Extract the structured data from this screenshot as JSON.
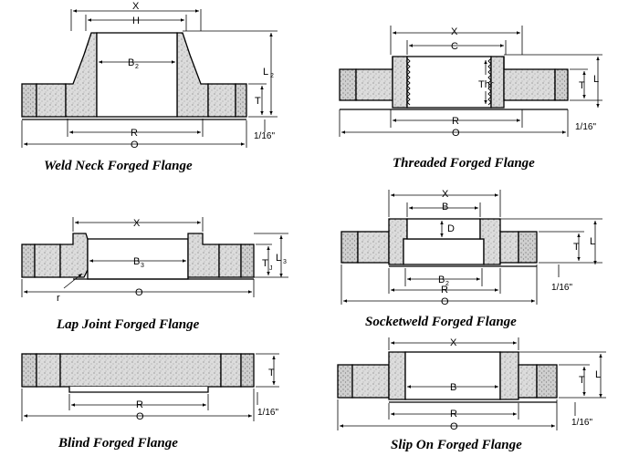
{
  "colors": {
    "line": "#000000",
    "hatch_fill": "#d9d9d9",
    "background": "#ffffff"
  },
  "diagrams": {
    "weld_neck": {
      "title": "Weld Neck Forged Flange",
      "labels": {
        "x": "X",
        "h": "H",
        "b": "B",
        "b_sub": "2",
        "l": "L",
        "l_sub": "2",
        "t": "T",
        "r": "R",
        "o": "O",
        "offset": "1/16\""
      }
    },
    "threaded": {
      "title": "Threaded Forged Flange",
      "labels": {
        "x": "X",
        "c": "C",
        "thr": "Thr",
        "t": "T",
        "l": "L",
        "r": "R",
        "o": "O",
        "offset": "1/16\""
      }
    },
    "lap_joint": {
      "title": "Lap Joint Forged Flange",
      "labels": {
        "x": "X",
        "b": "B",
        "b_sub": "3",
        "t": "T",
        "t_sub": "J",
        "l": "L",
        "l_sub": "3",
        "rr": "r",
        "o": "O"
      }
    },
    "socketweld": {
      "title": "Socketweld Forged Flange",
      "labels": {
        "x": "X",
        "b": "B",
        "d": "D",
        "t": "T",
        "l": "L",
        "b2": "B",
        "b2_sub": "2",
        "r": "R",
        "o": "O",
        "offset": "1/16\""
      }
    },
    "blind": {
      "title": "Blind Forged Flange",
      "labels": {
        "t": "T",
        "r": "R",
        "o": "O",
        "offset": "1/16\""
      }
    },
    "slip_on": {
      "title": "Slip On Forged Flange",
      "labels": {
        "x": "X",
        "b": "B",
        "t": "T",
        "l": "L",
        "r": "R",
        "o": "O",
        "offset": "1/16\""
      }
    }
  }
}
